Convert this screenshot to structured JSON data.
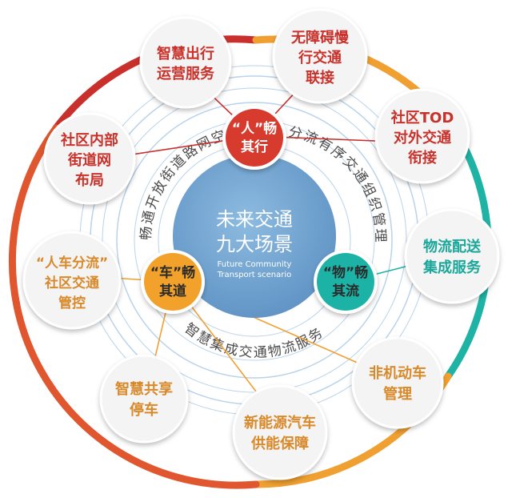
{
  "center": {
    "title_line1": "未来交通",
    "title_line2": "九大场景",
    "subtitle_line1": "Future Community",
    "subtitle_line2": "Transport scenario"
  },
  "hubs": {
    "people": {
      "line1": "“人”畅",
      "line2": "其行",
      "color": "#d63a2f"
    },
    "vehicle": {
      "line1": "“车”畅",
      "line2": "其道",
      "color": "#f2a12a"
    },
    "goods": {
      "line1": "“物”畅",
      "line2": "其流",
      "color": "#1fb3a6"
    }
  },
  "arc_labels": {
    "left": "畅通开放街道路网空间",
    "right": "分流有序交通组织管理",
    "bottom": "智慧集成交通物流服务"
  },
  "scenes": [
    {
      "line1": "智慧出行",
      "line2": "运营服务",
      "line3": "",
      "color": "#c9302c"
    },
    {
      "line1": "无障碍慢",
      "line2": "行交通",
      "line3": "联接",
      "color": "#c9302c"
    },
    {
      "line1": "社区TOD",
      "line2": "对外交通",
      "line3": "衔接",
      "color": "#c9302c"
    },
    {
      "line1": "物流配送",
      "line2": "集成服务",
      "line3": "",
      "color": "#1aa79b"
    },
    {
      "line1": "非机动车",
      "line2": "管理",
      "line3": "",
      "color": "#d8892a"
    },
    {
      "line1": "新能源汽车",
      "line2": "供能保障",
      "line3": "",
      "color": "#d8892a"
    },
    {
      "line1": "智慧共享",
      "line2": "停车",
      "line3": "",
      "color": "#d8892a"
    },
    {
      "line1": "“人车分流”",
      "line2": "社区交通",
      "line3": "管控",
      "color": "#d8892a"
    },
    {
      "line1": "社区内部",
      "line2": "街道网",
      "line3": "布局",
      "color": "#c9302c"
    }
  ],
  "colors": {
    "center_fill": "#6fa3d0",
    "ring_red": "#c9302c",
    "ring_orange": "#f0a030",
    "ring_teal": "#1fb3a6",
    "guide_ring": "#b9d3ea"
  }
}
